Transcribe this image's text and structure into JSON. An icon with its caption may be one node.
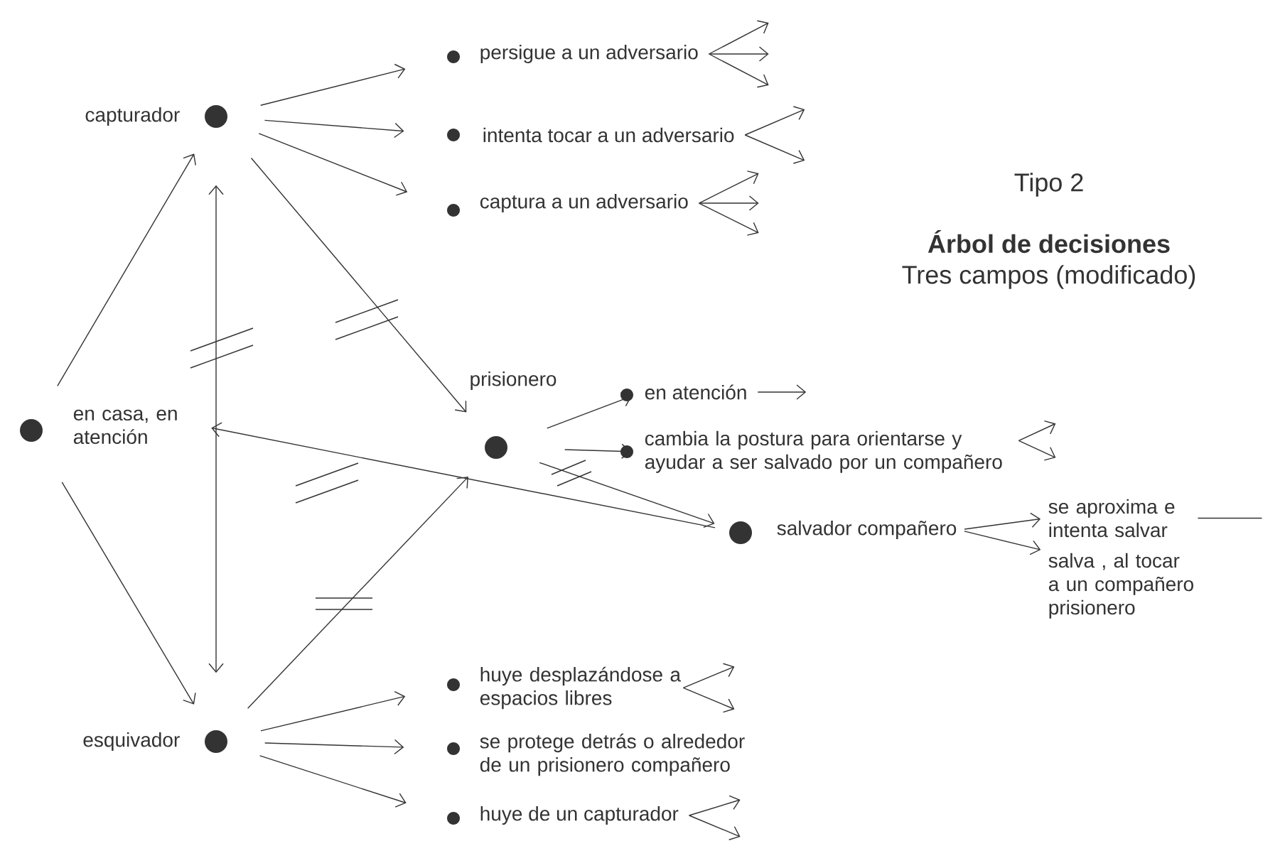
{
  "diagram": {
    "title": "Árbol de decisiones",
    "nodes": [
      {
        "text": [
          "en casa, en atención"
        ]
      },
      {
        "text": [
          "capturador"
        ]
      },
      {
        "text": [
          "persigue a un adversario"
        ]
      },
      {
        "text": [
          "intenta tocar a un adversario"
        ]
      },
      {
        "text": [
          "captura a un adversario"
        ]
      },
      {
        "text": [
          "prisionero"
        ]
      },
      {
        "text": [
          "en atención"
        ]
      },
      {
        "text": [
          "cambia la postura para orientarse y ayudar a ser salvado por un compañero"
        ]
      },
      {
        "text": [
          "salvador compañero"
        ]
      },
      {
        "text": [
          "se aproxima e intenta salvar"
        ]
      },
      {
        "text": [
          "salva , al tocar a un compañero prisionero"
        ]
      },
      {
        "text": [
          "esquivador"
        ]
      },
      {
        "text": [
          "huye desplazándose a espacios libres"
        ]
      },
      {
        "text": [
          "se protege detrás o alrededor de un prisionero compañero"
        ]
      },
      {
        "text": [
          "huye de un capturador"
        ]
      }
    ],
    "edges": [
      {
        "from": 0,
        "to": 1,
        "arrow": "to"
      },
      {
        "from": 0,
        "to": 11,
        "arrow": "to"
      },
      {
        "from": 1,
        "to": 11,
        "arrow": "both"
      },
      {
        "from": 1,
        "to": 5,
        "arrow": "to"
      },
      {
        "from": 11,
        "to": 5,
        "arrow": "to"
      },
      {
        "from": 8,
        "to": 0,
        "arrow": "to"
      },
      {
        "from": 5,
        "to": 8,
        "arrow": "to"
      },
      {
        "from": 1,
        "to": 2,
        "arrow": "to"
      },
      {
        "from": 1,
        "to": 3,
        "arrow": "to"
      },
      {
        "from": 1,
        "to": 4,
        "arrow": "to"
      },
      {
        "from": 5,
        "to": 6,
        "arrow": "to"
      },
      {
        "from": 5,
        "to": 7,
        "arrow": "to"
      },
      {
        "from": 8,
        "to": 9,
        "arrow": "to"
      },
      {
        "from": 8,
        "to": 10,
        "arrow": "to"
      },
      {
        "from": 11,
        "to": 12,
        "arrow": "to"
      },
      {
        "from": 11,
        "to": 13,
        "arrow": "to"
      },
      {
        "from": 11,
        "to": 14,
        "arrow": "to"
      },
      {
        "from": 2,
        "to": null,
        "arrow": "to"
      },
      {
        "from": 2,
        "to": null,
        "arrow": "to"
      },
      {
        "from": 2,
        "to": null,
        "arrow": "to"
      },
      {
        "from": 3,
        "to": null,
        "arrow": "to"
      },
      {
        "from": 3,
        "to": null,
        "arrow": "to"
      },
      {
        "from": 4,
        "to": null,
        "arrow": "to"
      },
      {
        "from": 4,
        "to": null,
        "arrow": "to"
      },
      {
        "from": 4,
        "to": null,
        "arrow": "to"
      },
      {
        "from": 6,
        "to": null,
        "arrow": "to"
      },
      {
        "from": 7,
        "to": null,
        "arrow": "to"
      },
      {
        "from": 7,
        "to": null,
        "arrow": "to"
      },
      {
        "from": 9,
        "to": null,
        "arrow": "none"
      },
      {
        "from": 12,
        "to": null,
        "arrow": "to"
      },
      {
        "from": 12,
        "to": null,
        "arrow": "to"
      },
      {
        "from": 14,
        "to": null,
        "arrow": "to"
      },
      {
        "from": 14,
        "to": null,
        "arrow": "to"
      }
    ],
    "labels": [
      "Tipo 2",
      "Tres campos (modificado)"
    ]
  }
}
